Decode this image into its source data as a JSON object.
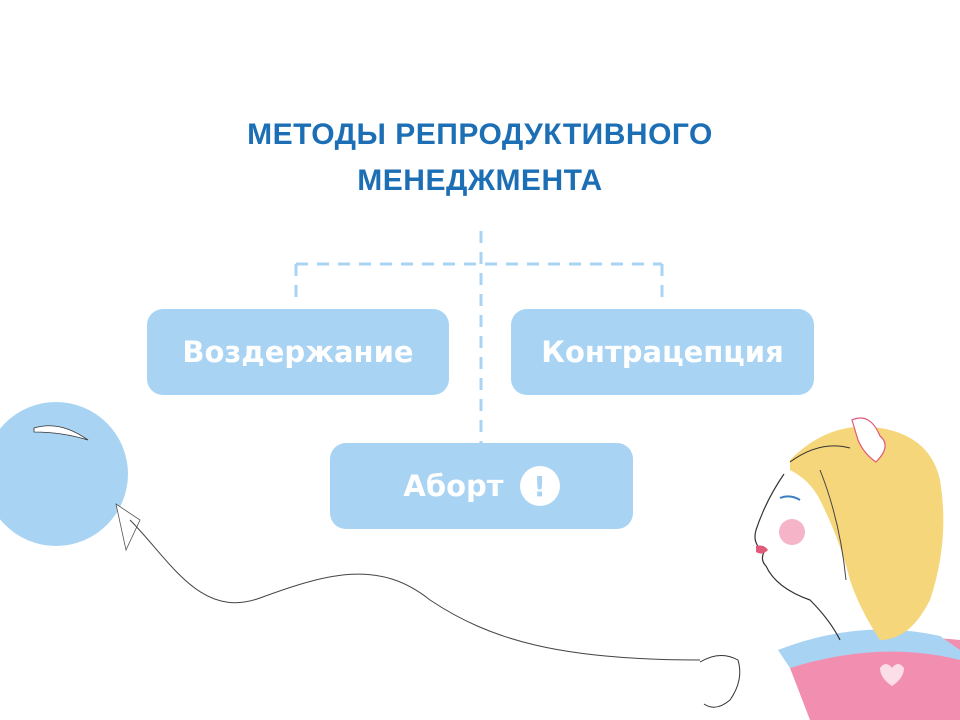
{
  "diagram": {
    "title": {
      "line1": "МЕТОДЫ РЕПРОДУКТИВНОГО",
      "line2": "МЕНЕДЖМЕНТА"
    },
    "nodes": [
      {
        "id": "abstinence",
        "label": "Воздержание"
      },
      {
        "id": "contraception",
        "label": "Контрацепция"
      },
      {
        "id": "abortion",
        "label": "Аборт",
        "badge": "!"
      }
    ]
  },
  "colors": {
    "title": "#1c6fb5",
    "box": "#a9d3f3",
    "connector": "#a9d3f3",
    "balloon": "#a9d3f3",
    "hair": "#f6d67a",
    "cheek": "#f6b4c8",
    "dress": "#f28fb1"
  },
  "illustration": {
    "balloon_icon": "balloon-icon",
    "girl_icon": "girl-illustration-icon"
  }
}
